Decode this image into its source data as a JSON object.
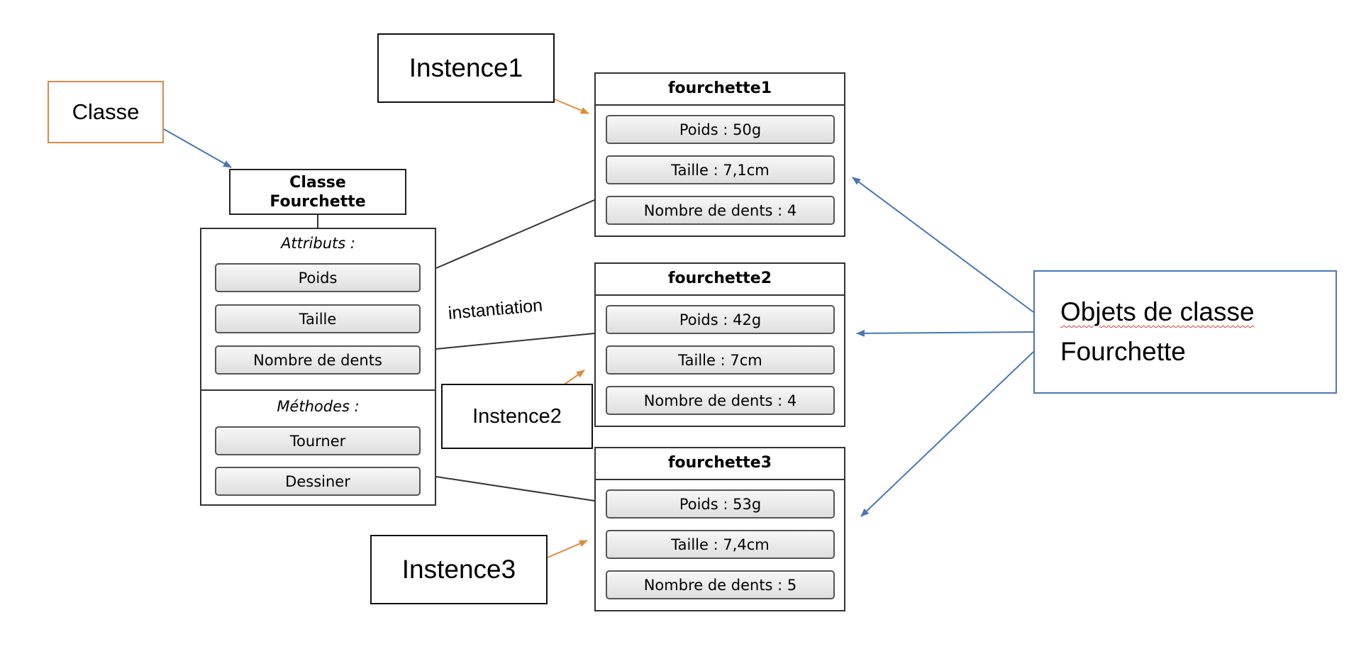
{
  "callouts": {
    "classe": "Classe",
    "instance1": "Instence1",
    "instance2": "Instence2",
    "instance3": "Instence3",
    "objets_line1": "Objets de classe",
    "objets_line2": "Fourchette"
  },
  "class_diagram": {
    "title_line1": "Classe",
    "title_line2": "Fourchette",
    "attributes_label": "Attributs :",
    "attributes": [
      "Poids",
      "Taille",
      "Nombre de dents"
    ],
    "methods_label": "Méthodes :",
    "methods": [
      "Tourner",
      "Dessiner"
    ]
  },
  "relation_label": "instantiation",
  "objects": [
    {
      "name": "fourchette1",
      "fields": [
        "Poids : 50g",
        "Taille : 7,1cm",
        "Nombre de dents : 4"
      ]
    },
    {
      "name": "fourchette2",
      "fields": [
        "Poids : 42g",
        "Taille : 7cm",
        "Nombre de dents : 4"
      ]
    },
    {
      "name": "fourchette3",
      "fields": [
        "Poids : 53g",
        "Taille : 7,4cm",
        "Nombre de dents : 5"
      ]
    }
  ],
  "colors": {
    "classe_callout": "#d9894a",
    "objets_callout": "#4a76b5",
    "instance_arrows": "#e08a3c",
    "blue_arrows": "#4a76b5"
  }
}
